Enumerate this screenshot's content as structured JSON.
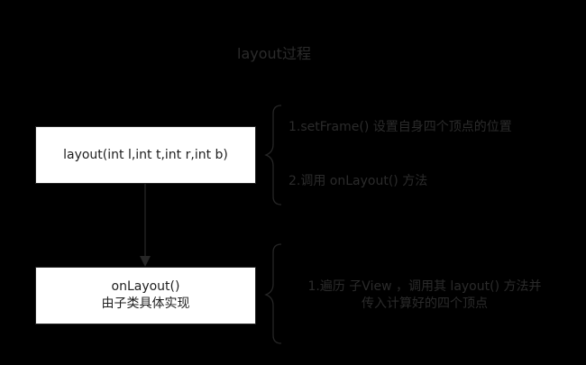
{
  "title": "layout过程",
  "nodes": {
    "layout_box": {
      "label": "layout(int l,int t,int r,int b)"
    },
    "onlayout_box": {
      "line1": "onLayout()",
      "line2": "由子类具体实现"
    }
  },
  "annotations": {
    "layout_step1": "1.setFrame() 设置自身四个顶点的位置",
    "layout_step2": "2.调用 onLayout() 方法",
    "onlayout_line1": "1.遍历 子View ，调用其 layout() 方法并",
    "onlayout_line2": "传入计算好的四个顶点"
  },
  "colors": {
    "background": "#000000",
    "box_fill": "#ffffff",
    "stroke": "#262626",
    "text": "#1e1e1e"
  }
}
